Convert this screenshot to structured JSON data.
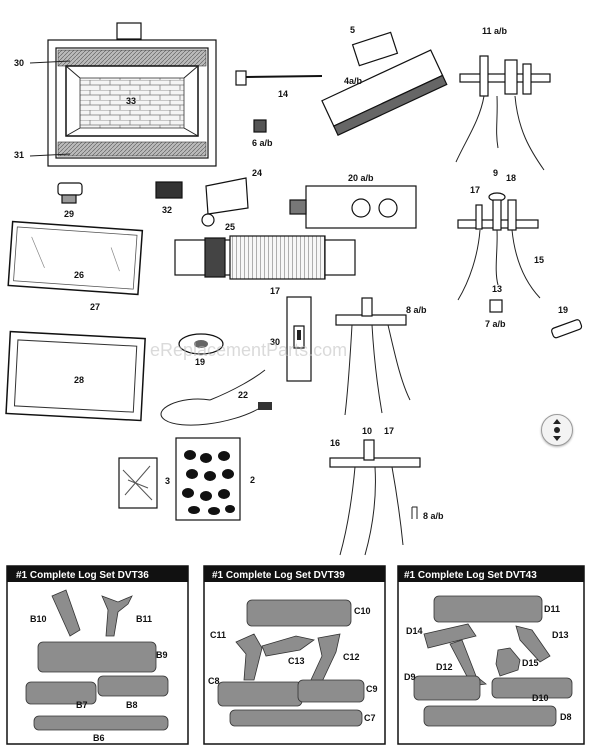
{
  "watermark": "eReplacementParts.com",
  "callouts": {
    "c30a": "30",
    "c33": "33",
    "c31": "31",
    "c5": "5",
    "c4ab": "4a/b",
    "c14": "14",
    "c6ab": "6 a/b",
    "c11ab": "11 a/b",
    "c29": "29",
    "c32": "32",
    "c24": "24",
    "c20ab": "20 a/b",
    "c25": "25",
    "c9": "9",
    "c17a": "17",
    "c18": "18",
    "c15": "15",
    "c26": "26",
    "c27": "27",
    "c13": "13",
    "c17b": "17",
    "c30b": "30",
    "c8ab": "8 a/b",
    "c7ab": "7 a/b",
    "c19a": "19",
    "c19b": "19",
    "c28": "28",
    "c22": "22",
    "c16": "16",
    "c10": "10",
    "c17c": "17",
    "c3": "3",
    "c2": "2",
    "c8ab2": "8 a/b"
  },
  "logsets": [
    {
      "title": "#1 Complete Log Set DVT36",
      "labels": [
        "B10",
        "B11",
        "B9",
        "B7",
        "B8",
        "B6"
      ]
    },
    {
      "title": "#1 Complete Log Set DVT39",
      "labels": [
        "C10",
        "C11",
        "C13",
        "C12",
        "C8",
        "C9",
        "C7"
      ]
    },
    {
      "title": "#1 Complete Log Set DVT43",
      "labels": [
        "D11",
        "D14",
        "D13",
        "D12",
        "D15",
        "D9",
        "D10",
        "D8"
      ]
    }
  ]
}
